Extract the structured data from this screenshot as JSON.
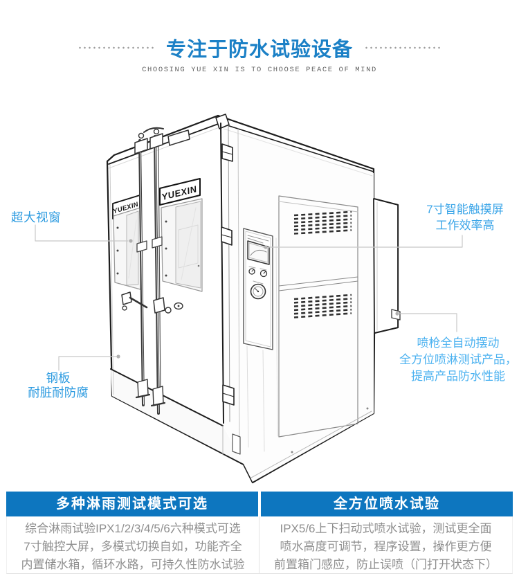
{
  "header": {
    "title": "专注于防水试验设备",
    "subtitle": "CHOOSING YUE XIN IS TO CHOOSE PEACE OF MIND"
  },
  "brand": {
    "logo_text": "YUEXIN"
  },
  "colors": {
    "title_blue": "#1b80c6",
    "feature_header_blue": "#0d76bf",
    "callout_blue_left": "#2d9be0",
    "callout_blue_right_top": "#3ca6e8",
    "callout_blue_right_bottom": "#4cb2f0",
    "body_text_gray": "#8f8f8f",
    "callout_line_gray": "#c8c8c8"
  },
  "callouts": [
    {
      "id": "viewport",
      "lines": [
        "超大视窗"
      ]
    },
    {
      "id": "steel",
      "lines": [
        "钢板",
        "耐脏耐防腐"
      ]
    },
    {
      "id": "touchscreen",
      "lines": [
        "7寸智能触摸屏",
        "工作效率高"
      ]
    },
    {
      "id": "spray",
      "lines": [
        "喷枪全自动摆动",
        "全方位喷淋测试产品，",
        "提高产品防水性能"
      ]
    }
  ],
  "features": [
    {
      "title": "多种淋雨测试模式可选",
      "lines": [
        "综合淋雨试验IPX1/2/3/4/5/6六种模式可选",
        "7寸触控大屏，多模式切换自如，功能齐全",
        "内置储水箱，循环水路，可持久性防水试验"
      ]
    },
    {
      "title": "全方位喷水试验",
      "lines": [
        "IPX5/6上下扫动式喷水试验，测试更全面",
        "喷水高度可调节，程序设置，操作更方便",
        "前置箱门感应，防止误喷（门打开状态下）"
      ]
    }
  ]
}
